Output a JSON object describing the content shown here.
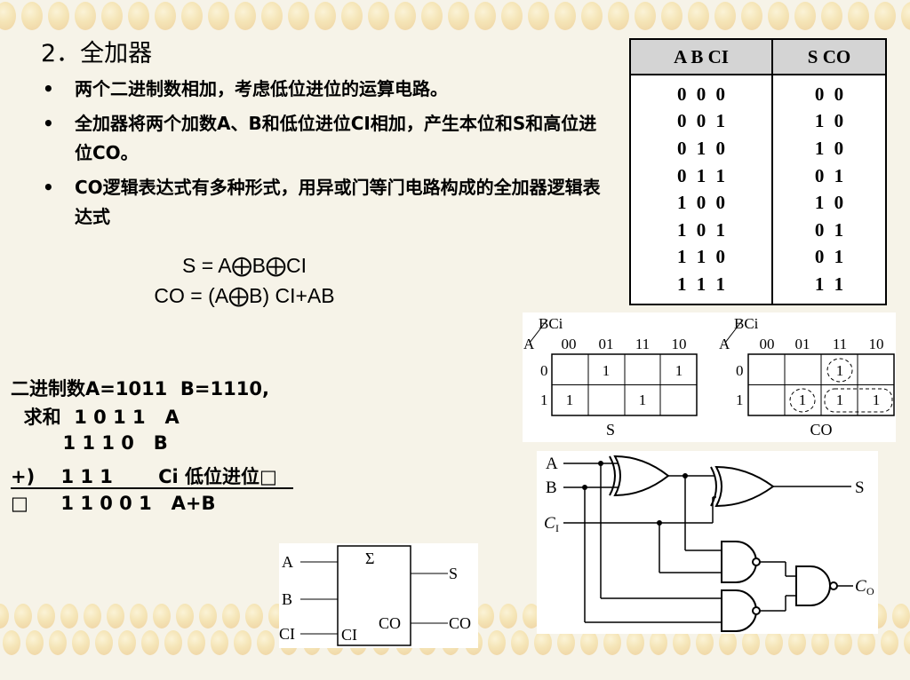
{
  "title": "2．全加器",
  "bullets": [
    {
      "text": "两个二进制数相加，考虑低位进位的运算电路。"
    },
    {
      "text": "全加器将两个加数A、B和低位进位CI相加，产生本位和S和高位进位CO。"
    },
    {
      "text": "CO逻辑表达式有多种形式，用异或门等门电路构成的全加器逻辑表达式"
    }
  ],
  "bullet_marker": "•",
  "formulas": {
    "s": "S = A⨁B⨁CI",
    "co": "CO = (A⨁B) CI+AB"
  },
  "calculation": {
    "line1": "二进制数A=1011  B=1110,",
    "line2": "  求和  1 0 1 1   A",
    "line3": "        1 1 1 0   B",
    "line4": "+)    1 1 1       Ci 低位进位□",
    "line5": "□     1 1 0 0 1   A+B"
  },
  "truth_table": {
    "headers": [
      "A   B  CI",
      "S  CO"
    ],
    "rows": [
      [
        "0  0  0",
        "0  0"
      ],
      [
        "0  0  1",
        "1  0"
      ],
      [
        "0  1  0",
        "1  0"
      ],
      [
        "0  1  1",
        "0  1"
      ],
      [
        "1  0  0",
        "1  0"
      ],
      [
        "1  0  1",
        "0  1"
      ],
      [
        "1  1  0",
        "0  1"
      ],
      [
        "1  1  1",
        "1  1"
      ]
    ]
  },
  "kmaps": {
    "corner_top": "BCi",
    "corner_left": "A",
    "columns": [
      "00",
      "01",
      "11",
      "10"
    ],
    "rows": [
      "0",
      "1"
    ],
    "s": {
      "label": "S",
      "cells": [
        [
          "",
          "1",
          "",
          "1"
        ],
        [
          "1",
          "",
          "1",
          ""
        ]
      ]
    },
    "co": {
      "label": "CO",
      "cells": [
        [
          "",
          "",
          "1",
          ""
        ],
        [
          "",
          "1",
          "1",
          "1"
        ]
      ]
    }
  },
  "circuit": {
    "input_a": "A",
    "input_b": "B",
    "input_ci": "C",
    "input_ci_sub": "I",
    "output_s": "S",
    "output_co": "C",
    "output_co_sub": "O"
  },
  "symbol": {
    "sigma": "Σ",
    "in_a": "A",
    "in_b": "B",
    "in_ci": "CI",
    "inner_ci": "CI",
    "inner_co": "CO",
    "out_s": "S",
    "out_co": "CO"
  },
  "colors": {
    "background": "#f6f3e8",
    "table_header": "#d4d4d4",
    "bead": "#f0cd84"
  }
}
